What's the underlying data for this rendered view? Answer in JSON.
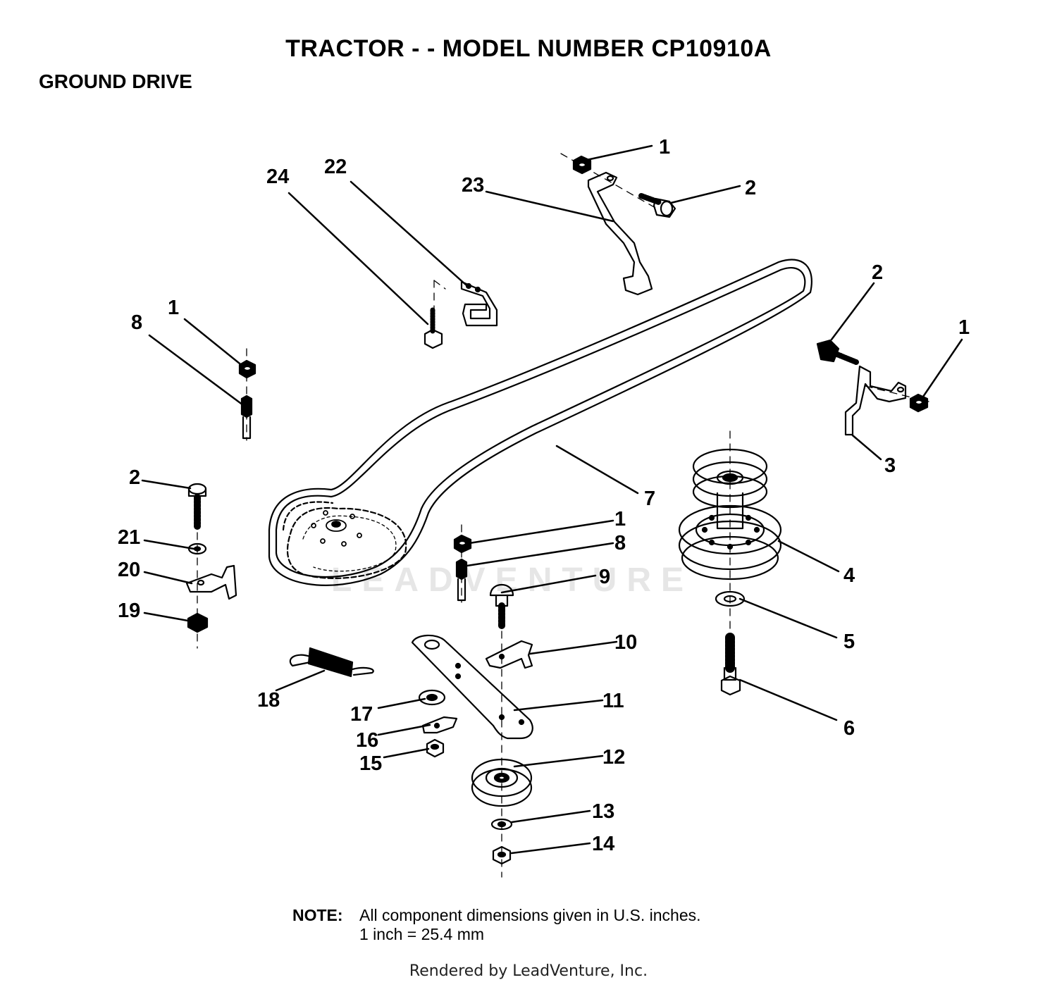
{
  "header": {
    "title": "TRACTOR - - MODEL NUMBER CP10910A",
    "section": "GROUND DRIVE"
  },
  "watermark": "LEADVENTURE",
  "note": {
    "label": "NOTE:",
    "line1": "All component dimensions given in U.S. inches.",
    "line2": "1 inch = 25.4 mm"
  },
  "footer": "Rendered by LeadVenture, Inc.",
  "callouts": [
    "1",
    "2",
    "23",
    "22",
    "24",
    "2",
    "1",
    "1",
    "8",
    "3",
    "2",
    "21",
    "20",
    "19",
    "7",
    "1",
    "8",
    "9",
    "4",
    "5",
    "10",
    "18",
    "11",
    "17",
    "16",
    "15",
    "12",
    "6",
    "13",
    "14"
  ]
}
